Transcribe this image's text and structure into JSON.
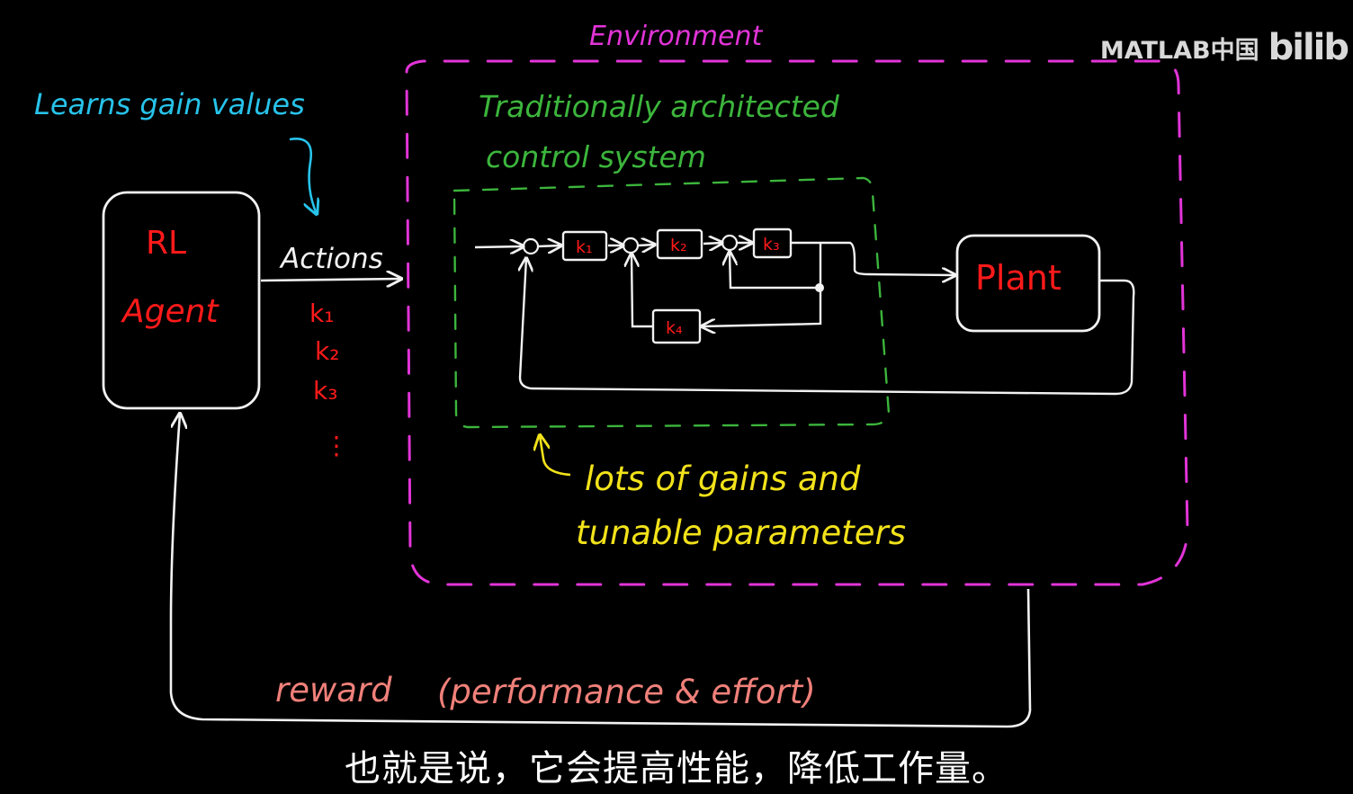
{
  "colors": {
    "background": "#000000",
    "chalk_white": "#f2f2f2",
    "chalk_red": "#ff1a1a",
    "environment_magenta": "#e234d8",
    "control_green": "#3cb53c",
    "learn_cyan": "#27c3ea",
    "gains_yellow": "#f2e21a",
    "reward_salmon": "#f0807a"
  },
  "watermark": {
    "brand": "MATLAB中国",
    "logo": "bilib"
  },
  "diagram": {
    "environment_label": "Environment",
    "control_label_line1": "Traditionally architected",
    "control_label_line2": "control system",
    "learns_label": "Learns gain values",
    "agent_label_line1": "RL",
    "agent_label_line2": "Agent",
    "actions_label": "Actions",
    "action_items": [
      "k₁",
      "k₂",
      "k₃",
      "⋮"
    ],
    "plant_label": "Plant",
    "gain_blocks": [
      "k₁",
      "k₂",
      "k₃",
      "k₄"
    ],
    "gains_note_line1": "lots of gains and",
    "gains_note_line2": "tunable parameters",
    "reward_label": "reward",
    "reward_detail": "(performance & effort)"
  },
  "subtitle": "也就是说，它会提高性能，降低工作量。"
}
